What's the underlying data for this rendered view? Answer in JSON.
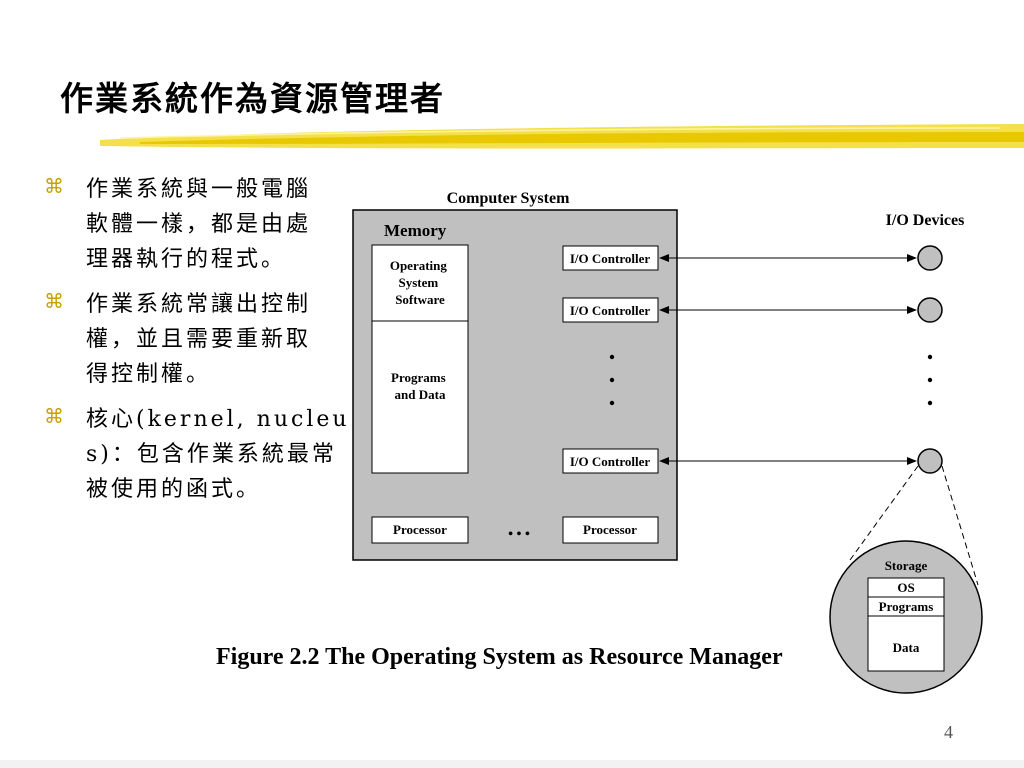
{
  "slide": {
    "title": "作業系統作為資源管理者",
    "bullets": [
      "作業系統與一般電腦軟體一樣，都是由處理器執行的程式。",
      "作業系統常讓出控制權，並且需要重新取得控制權。",
      "核心(kernel, nucleus)：包含作業系統最常被使用的函式。"
    ],
    "bullet_icon": "command-key-icon",
    "page_number": "4"
  },
  "diagram": {
    "computer_system_label": "Computer System",
    "memory_label": "Memory",
    "os_software_lines": [
      "Operating",
      "System",
      "Software"
    ],
    "programs_data_lines": [
      "Programs",
      "and Data"
    ],
    "io_controllers": [
      "I/O Controller",
      "I/O Controller",
      "I/O Controller"
    ],
    "processors": [
      "Processor",
      "Processor"
    ],
    "ellipsis": "• • •",
    "io_devices_label": "I/O Devices",
    "storage": {
      "label": "Storage",
      "os": "OS",
      "programs": "Programs",
      "data": "Data"
    },
    "colors": {
      "system_fill": "#c0c0c0",
      "device_fill": "#c0c0c0",
      "accent": "#f0d000"
    }
  },
  "caption": "Figure 2.2 The Operating System as Resource Manager"
}
